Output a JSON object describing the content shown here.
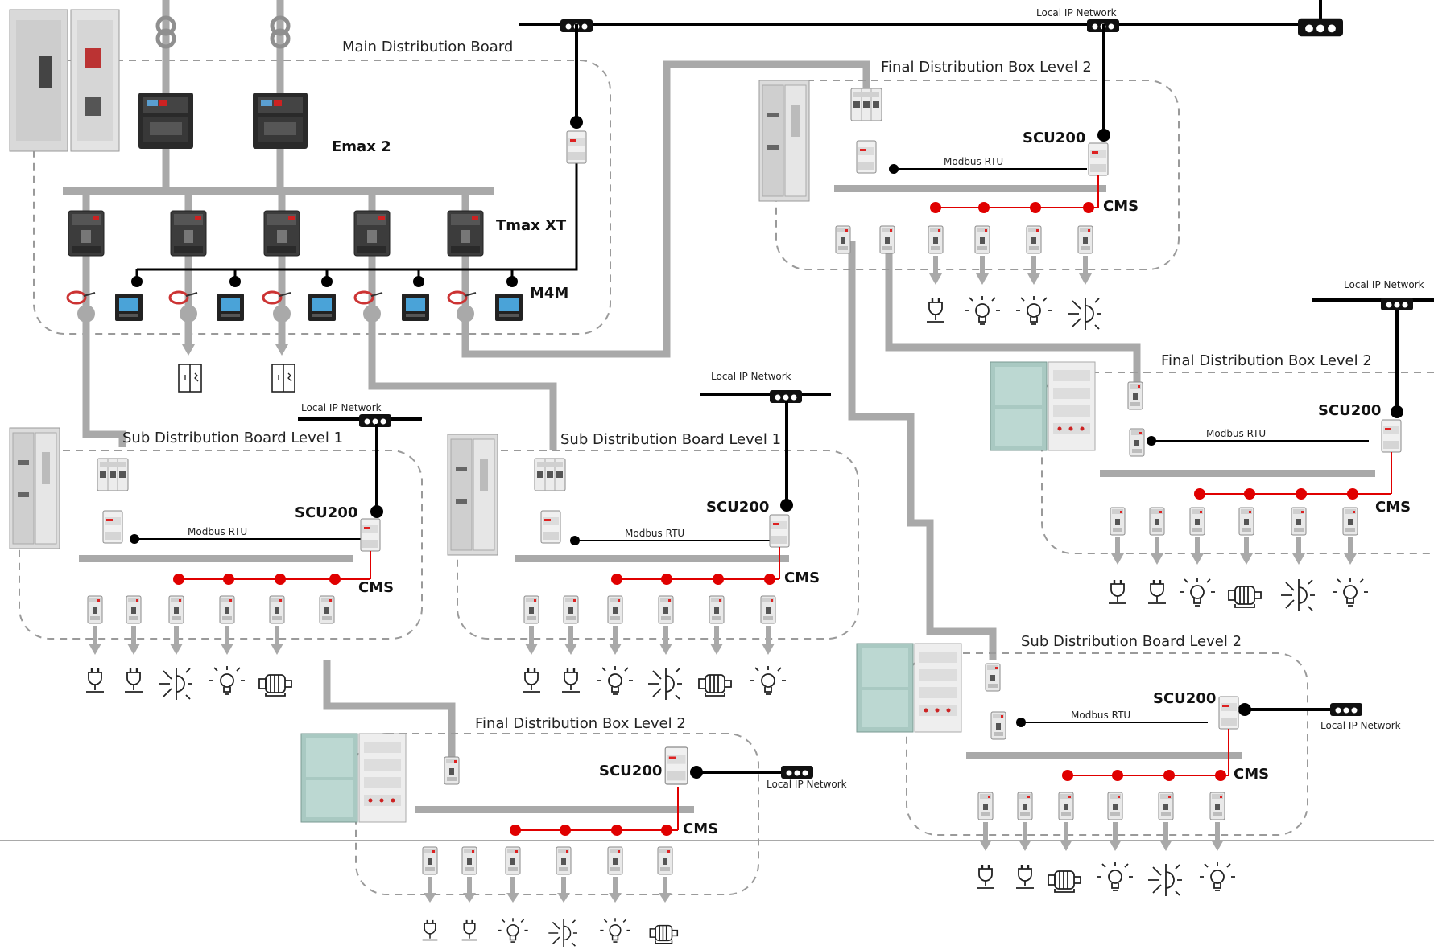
{
  "titles": {
    "main": "Main Distribution Board",
    "fdb_top": "Final Distribution Box Level 2",
    "fdb_right": "Final Distribution Box Level 2",
    "fdb_bottom": "Final Distribution Box Level 2",
    "sub1_left": "Sub Distribution Board Level 1",
    "sub1_mid": "Sub Distribution Board Level 1",
    "sub2": "Sub Distribution Board Level 2"
  },
  "labels": {
    "emax": "Emax 2",
    "tmax": "Tmax XT",
    "m4m": "M4M",
    "scu": "SCU200",
    "cms": "CMS",
    "modbus": "Modbus RTU",
    "network": "Local IP Network"
  },
  "colors": {
    "bus": "#a9a9a9",
    "signal": "#e00000",
    "network": "#000000",
    "dash": "#9a9a9a"
  },
  "load_icons": [
    "plug-icon",
    "bulb-icon",
    "sun-icon",
    "motor-icon",
    "socket-cabinet-icon"
  ]
}
